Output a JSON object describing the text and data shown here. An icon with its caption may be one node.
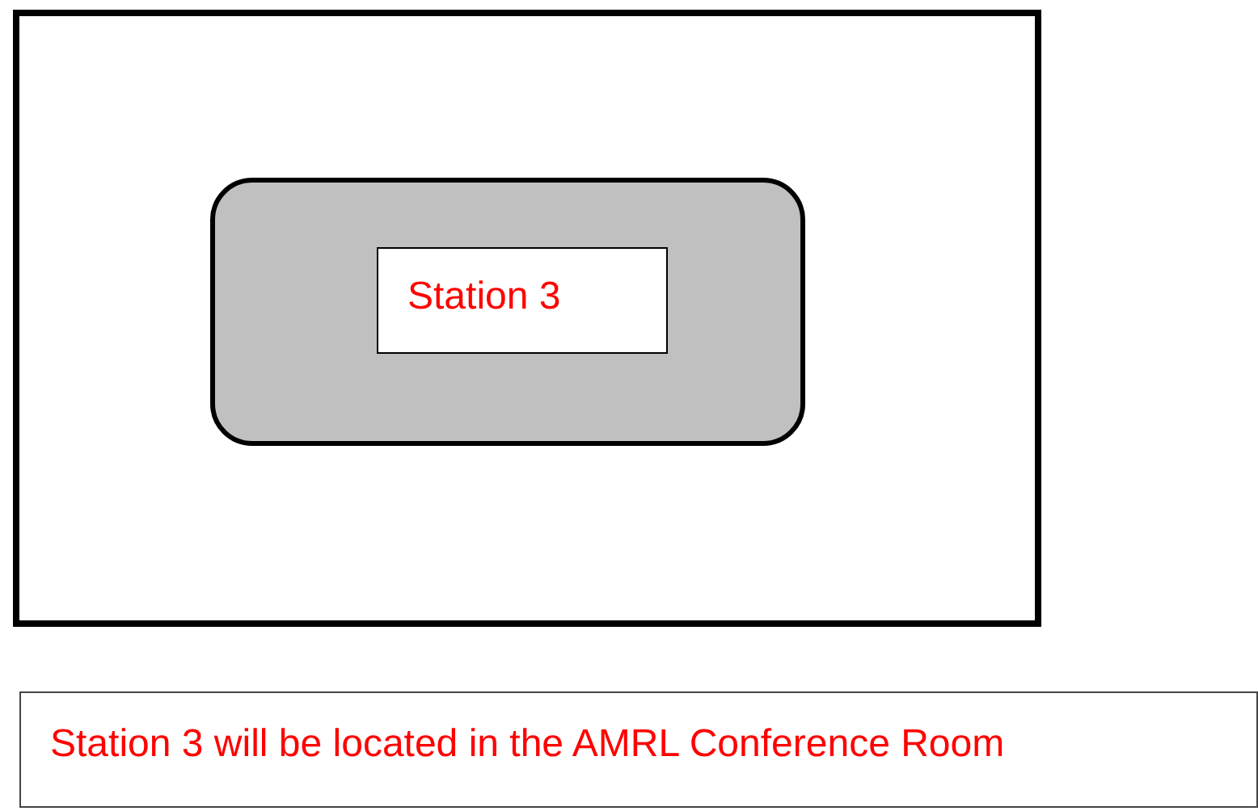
{
  "diagram": {
    "nodes": [
      {
        "text": [],
        "shape": "box"
      },
      {
        "text": [],
        "shape": "box",
        "in": 0
      },
      {
        "text": [
          "Station 3"
        ],
        "in": 1
      },
      {
        "text": [
          "Station 3 will be located in the AMRL Conference Room"
        ]
      }
    ]
  }
}
